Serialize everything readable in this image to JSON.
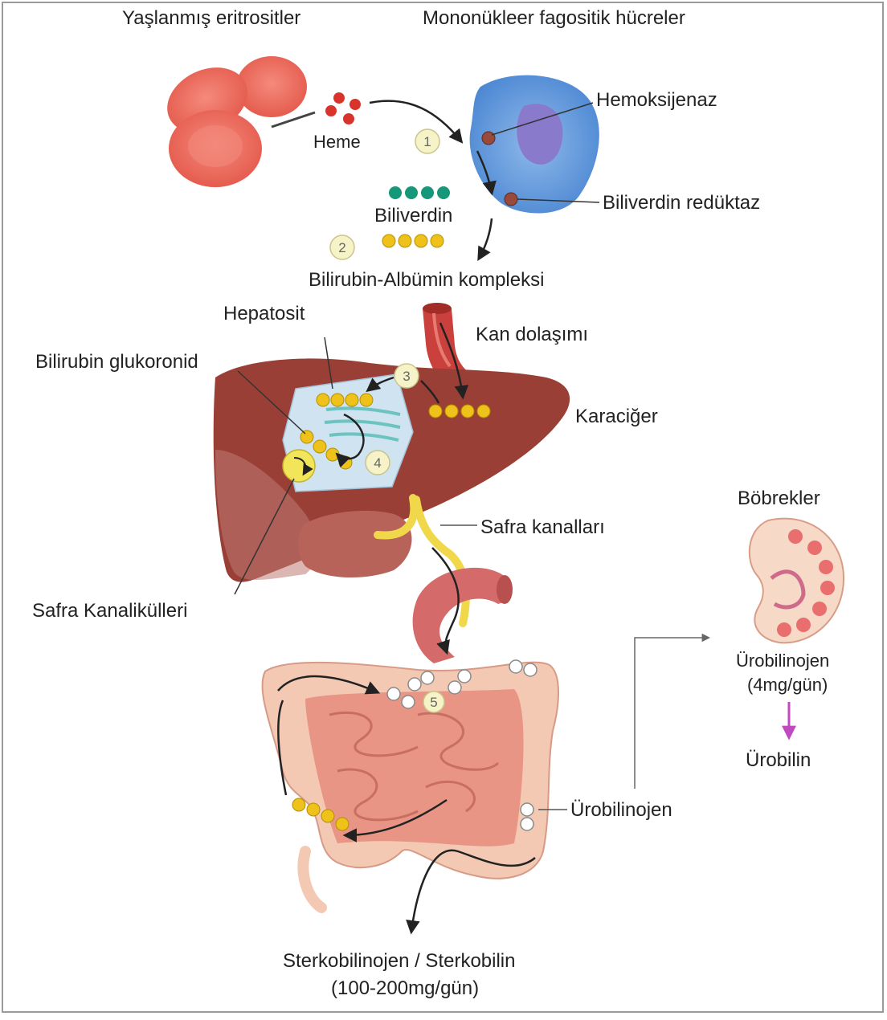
{
  "titles": {
    "erythrocytes": "Yaşlanmış eritrositler",
    "phagocytes": "Mononükleer fagositik hücreler"
  },
  "labels": {
    "heme": "Heme",
    "hemoxygenase": "Hemoksijenaz",
    "biliverdin": "Biliverdin",
    "biliverdin_reductase": "Biliverdin redüktaz",
    "bilirubin_albumin": "Bilirubin-Albümin kompleksi",
    "hepatocyte": "Hepatosit",
    "blood_circulation": "Kan dolaşımı",
    "bilirubin_glucuronide": "Bilirubin glukoronid",
    "liver": "Karaciğer",
    "bile_ducts": "Safra kanalları",
    "bile_canaliculi": "Safra Kanalikülleri",
    "kidneys": "Böbrekler",
    "urobilinogen_kidney_line1": "Ürobilinojen",
    "urobilinogen_kidney_line2": "(4mg/gün)",
    "urobilin": "Ürobilin",
    "urobilinogen_gut": "Ürobilinojen",
    "stercobilin_line1": "Sterkobilinojen / Sterkobilin",
    "stercobilin_line2": "(100-200mg/gün)"
  },
  "steps": [
    "1",
    "2",
    "3",
    "4",
    "5"
  ],
  "colors": {
    "erythrocyte": "#ee6a5c",
    "heme": "#d8342c",
    "phagocyte": "#5a92d8",
    "nucleus": "#8a7acb",
    "enzyme_dot": "#9a4a3a",
    "biliverdin": "#16977a",
    "bilirubin": "#eec21b",
    "liver": "#9a3f36",
    "hepatocyte": "#cfe3f1",
    "bile_duct": "#f1d84a",
    "intestine": "#f4c9b3",
    "small_intestine": "#e89585",
    "kidney_arrow": "#c04bc0"
  }
}
